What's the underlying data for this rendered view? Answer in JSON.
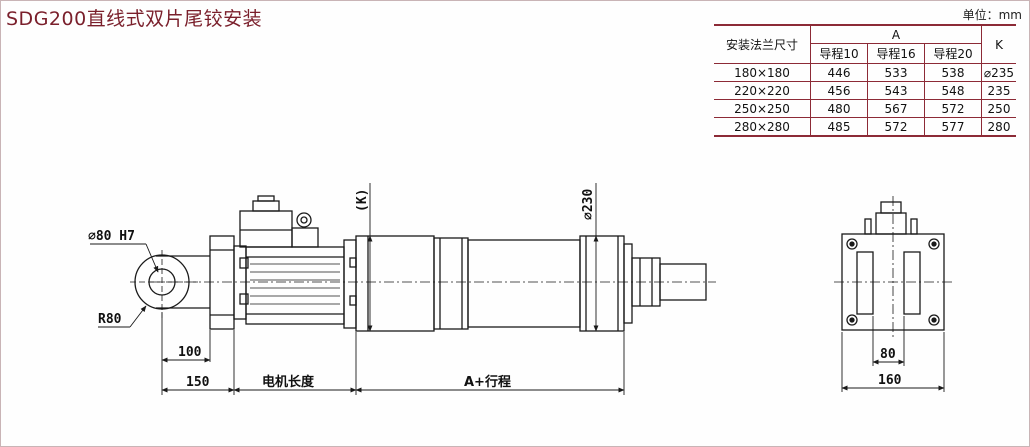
{
  "title": "SDG200直线式双片尾铰安装",
  "unit_label": "单位：mm",
  "table": {
    "col_flange": "安装法兰尺寸",
    "col_a": "A",
    "col_k": "K",
    "sub_headers": [
      "导程10",
      "导程16",
      "导程20"
    ],
    "rows": [
      {
        "size": "180×180",
        "a10": "446",
        "a16": "533",
        "a20": "538",
        "k": "⌀235"
      },
      {
        "size": "220×220",
        "a10": "456",
        "a16": "543",
        "a20": "548",
        "k": "235"
      },
      {
        "size": "250×250",
        "a10": "480",
        "a16": "567",
        "a20": "572",
        "k": "250"
      },
      {
        "size": "280×280",
        "a10": "485",
        "a16": "572",
        "a20": "577",
        "k": "280"
      }
    ]
  },
  "dims": {
    "hole": "⌀80 H7",
    "radius": "R80",
    "d100": "100",
    "d150": "150",
    "motor_length": "电机长度",
    "a_stroke": "A+行程",
    "k_label": "(K)",
    "d230": "⌀230",
    "side80": "80",
    "side160": "160"
  },
  "colors": {
    "title": "#7a1f2b",
    "table_border": "#8c2a36",
    "line": "#1a1a1a"
  }
}
